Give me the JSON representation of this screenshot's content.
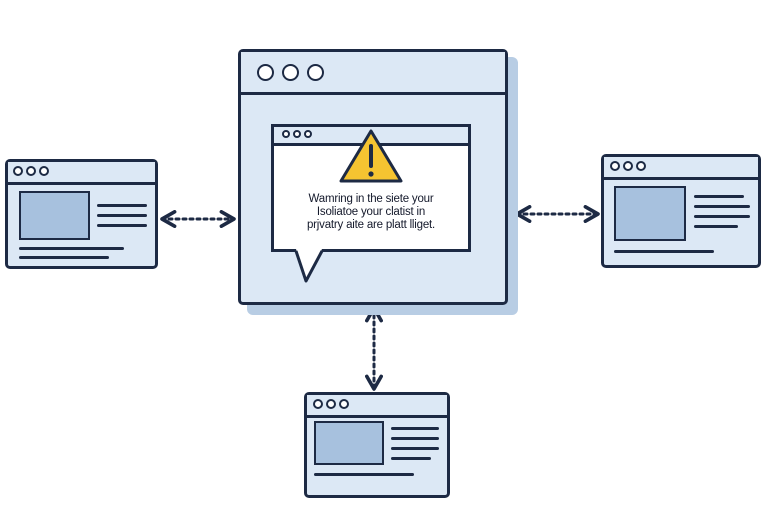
{
  "dialog": {
    "warning_lines": [
      "Wamring in the siete your",
      "Isoliatoe your clatist in",
      "prjvatry aite are platt lliget."
    ]
  },
  "colors": {
    "outline": "#1d2a44",
    "window_fill": "#dce8f5",
    "image_fill": "#a7c1de",
    "shadow": "#b8cde4",
    "warning_yellow": "#f5c431"
  },
  "icons": [
    "warning-icon",
    "window-control-dots",
    "bidirectional-arrow"
  ]
}
